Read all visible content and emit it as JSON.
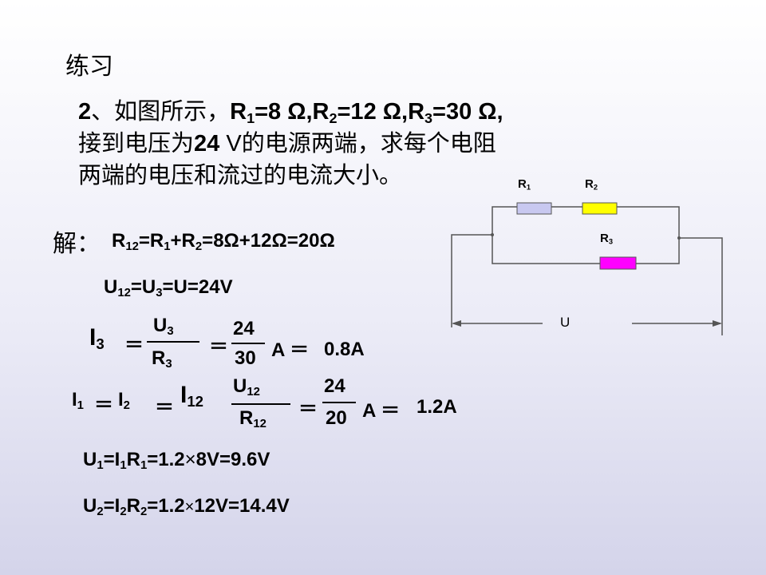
{
  "title": "练习",
  "problem": {
    "num": "2",
    "l1_text": "、如图所示，",
    "l1_r1": "R",
    "l1_r1_sub": "1",
    "l1_r1_val": "=8 Ω,",
    "l1_r2": "R",
    "l1_r2_sub": "2",
    "l1_r2_val": "=12 Ω,",
    "l1_r3": "R",
    "l1_r3_sub": "3",
    "l1_r3_val": "=30 Ω,",
    "l2_a": "接到电压为",
    "l2_b": "24",
    "l2_c": " V",
    "l2_d": "的电源两端，求每个电阻",
    "l3": "两端的电压和流过的电流大小。"
  },
  "solution": {
    "jie": "解：",
    "eq1": {
      "a": "R",
      "a_sub": "12",
      "b": "=R",
      "b_sub": "1",
      "c": "+R",
      "c_sub": "2",
      "d": "=8Ω+12Ω=20Ω"
    },
    "eq2": {
      "a": "U",
      "a_sub": "12",
      "b": "=U",
      "b_sub": "3",
      "c": "=U=24V"
    },
    "eq3": {
      "lhs": "I",
      "lhs_sub": "3",
      "eq": "＝",
      "num": "U",
      "num_sub": "3",
      "den": "R",
      "den_sub": "3",
      "eq2": "＝",
      "num2": "24",
      "den2": "30",
      "unit": "A ＝",
      "result": "0.8A"
    },
    "eq4": {
      "a": "I",
      "a_sub": "1",
      "eq_a": "＝",
      "b": "I",
      "b_sub": "2",
      "eq_b": "＝",
      "c": "I",
      "c_sub": "12",
      "eq_c": "＝",
      "num": "U",
      "num_sub": "12",
      "den": "R",
      "den_sub": "12",
      "eq_d": "＝",
      "num2": "24",
      "den2": "20",
      "unit": "A ＝",
      "result": "1.2A"
    },
    "eq5": {
      "a": "U",
      "a_sub": "1",
      "b": "=I",
      "b_sub": "1",
      "c": "R",
      "c_sub": "1",
      "d": "=1.2",
      "times": "×",
      "e": "8V=9.6V"
    },
    "eq6": {
      "a": "U",
      "a_sub": "2",
      "b": "=I",
      "b_sub": "2",
      "c": "R",
      "c_sub": "2",
      "d": "=1.2",
      "times": "×",
      "e": "12V=14.4V"
    }
  },
  "circuit": {
    "r1_label": "R",
    "r1_sub": "1",
    "r2_label": "R",
    "r2_sub": "2",
    "r3_label": "R",
    "r3_sub": "3",
    "u_label": "U",
    "colors": {
      "r1": "#c8c8f0",
      "r2": "#ffff00",
      "r3": "#ff00ff",
      "wire": "#555555"
    }
  }
}
